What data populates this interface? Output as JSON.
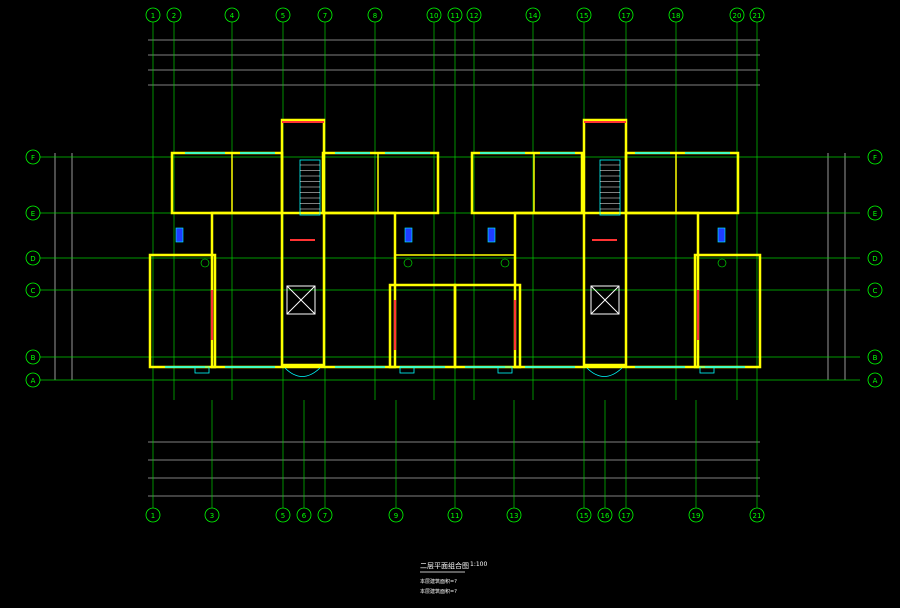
{
  "drawing": {
    "title": "二层平面组合图",
    "scale": "1:100",
    "note_line_1": "本层建筑面积=?",
    "note_line_2": "本层建筑面积=?"
  },
  "axes": {
    "top": [
      "1",
      "2",
      "4",
      "5",
      "7",
      "8",
      "10",
      "11",
      "12",
      "14",
      "15",
      "17",
      "18",
      "20",
      "21"
    ],
    "bottom": [
      "1",
      "3",
      "5",
      "6",
      "7",
      "9",
      "11",
      "13",
      "15",
      "16",
      "17",
      "19",
      "21"
    ],
    "left": [
      "F",
      "E",
      "D",
      "C",
      "B",
      "A"
    ],
    "right": [
      "F",
      "E",
      "D",
      "C",
      "B",
      "A"
    ]
  },
  "colors": {
    "background": "#000000",
    "axis_line": "#00ff00",
    "axis_bubble": "#00ff00",
    "dimension": "#ffffff",
    "wall": "#ffff00",
    "window": "#00ffff",
    "opening": "#ff0000",
    "furniture": "#ff00ff",
    "stair": "#00ffff",
    "fixtures": "#0000ff"
  }
}
